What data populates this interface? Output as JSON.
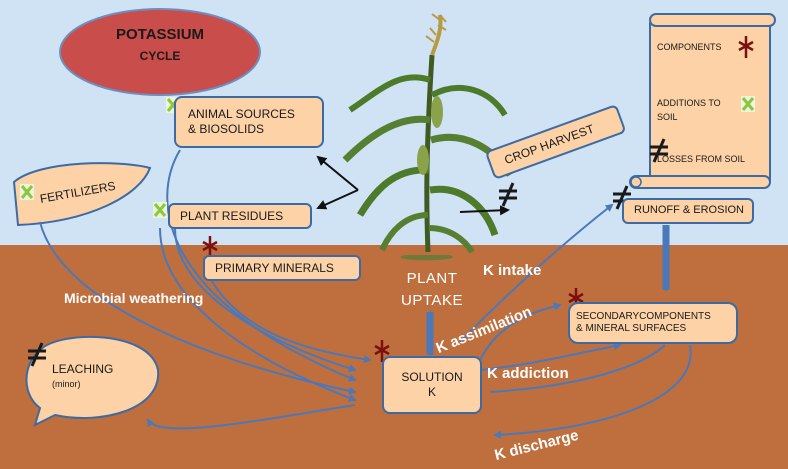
{
  "title": {
    "line1": "POTASSIUM",
    "line2": "CYCLE"
  },
  "boxes": {
    "animal_sources": {
      "line1": "ANIMAL SOURCES",
      "line2": "& BIOSOLIDS"
    },
    "fertilizers": "FERTILIZERS",
    "plant_residues": "PLANT RESIDUES",
    "primary_minerals": "PRIMARY MINERALS",
    "crop_harvest": "CROP HARVEST",
    "runoff_erosion": "RUNOFF & EROSION",
    "secondary": {
      "line1": "SECONDARYCOMPONENTS",
      "line2": "& MINERAL SURFACES"
    },
    "solution": {
      "line1": "SOLUTION",
      "line2": "K"
    },
    "leaching": {
      "line1": "LEACHING",
      "line2": "(minor)"
    }
  },
  "labels": {
    "microbial_weathering": "Microbial weathering",
    "plant_uptake": {
      "line1": "PLANT",
      "line2": "UPTAKE"
    },
    "k_intake": "K intake",
    "k_assimilation": "K assimilation",
    "k_addiction": "K addiction",
    "k_discharge": "K discharge"
  },
  "legend": {
    "components": "COMPONENTS",
    "additions": {
      "line1": "ADDITIONS TO",
      "line2": "SOIL"
    },
    "losses": "LOSSES FROM SOIL"
  },
  "colors": {
    "sky": "#cfe3f5",
    "soil": "#bf6f3e",
    "title_ellipse": "#c94d4b",
    "box_fill": "#fcd2a6",
    "box_border": "#3e6aa3",
    "arrow_blue": "#4a78b8",
    "x_green": "#8cc63f",
    "addition_symbol": "#7a1010"
  }
}
